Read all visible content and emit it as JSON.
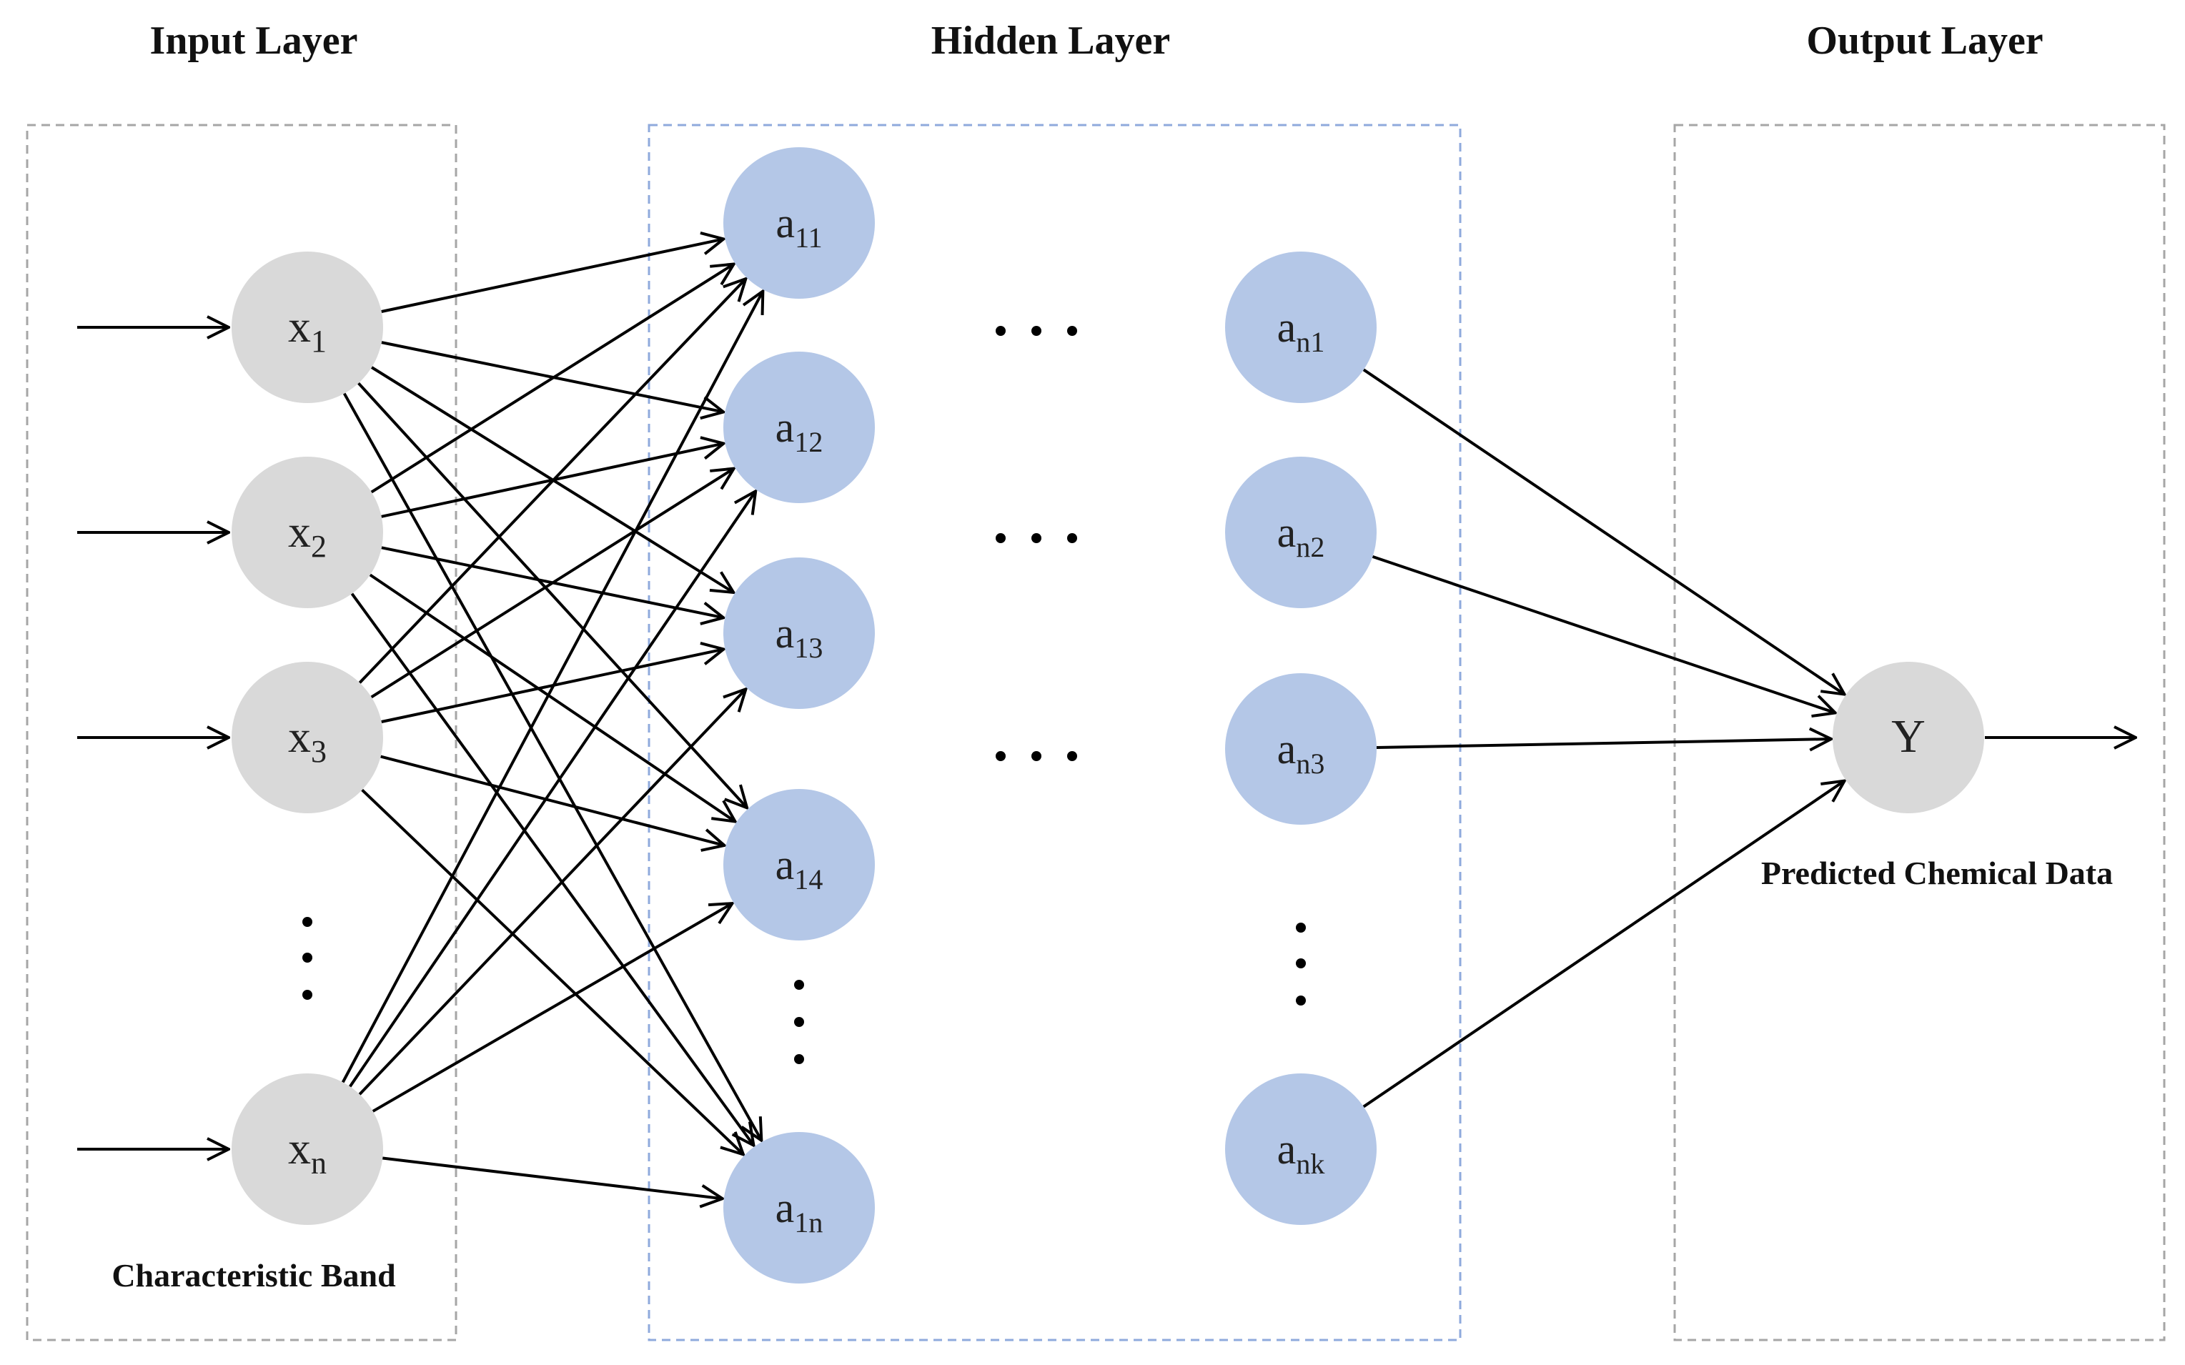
{
  "headings": {
    "input": "Input Layer",
    "hidden": "Hidden Layer",
    "output": "Output Layer"
  },
  "captions": {
    "input": "Characteristic Band",
    "output": "Predicted Chemical Data"
  },
  "colors": {
    "input_node": "#d9d9d9",
    "hidden_node": "#b4c7e7",
    "output_node": "#d9d9d9",
    "hidden_box_border": "#8faadc",
    "side_box_border": "#a6a6a6",
    "edge": "#000000"
  },
  "input_nodes": [
    {
      "base": "x",
      "sub": "1"
    },
    {
      "base": "x",
      "sub": "2"
    },
    {
      "base": "x",
      "sub": "3"
    },
    {
      "base": "x",
      "sub": "n"
    }
  ],
  "hidden_col1": [
    {
      "base": "a",
      "sub": "11"
    },
    {
      "base": "a",
      "sub": "12"
    },
    {
      "base": "a",
      "sub": "13"
    },
    {
      "base": "a",
      "sub": "14"
    },
    {
      "base": "a",
      "sub": "1n"
    }
  ],
  "hidden_coln": [
    {
      "base": "a",
      "sub": "n1"
    },
    {
      "base": "a",
      "sub": "n2"
    },
    {
      "base": "a",
      "sub": "n3"
    },
    {
      "base": "a",
      "sub": "nk"
    }
  ],
  "output_node": {
    "base": "Y",
    "sub": ""
  }
}
